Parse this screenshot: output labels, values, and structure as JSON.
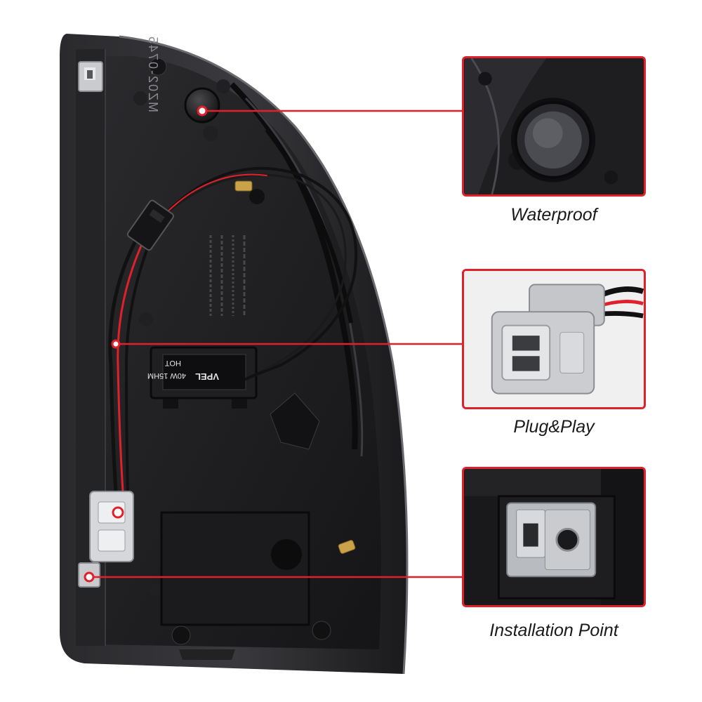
{
  "callouts": [
    {
      "id": "waterproof",
      "label": "Waterproof",
      "icon": "rubber-grommet"
    },
    {
      "id": "plug-play",
      "label": "Plug&Play",
      "icon": "wire-connector"
    },
    {
      "id": "installation",
      "label": "Installation Point",
      "icon": "mounting-clip"
    }
  ],
  "housing_text": {
    "part_number": "MZ02-0745",
    "module_label": "40W 15HM",
    "module_warning": "HOT",
    "module_brand": "VPEL"
  },
  "colors": {
    "accent": "#e0202a",
    "housing": "#1c1c1e",
    "background": "#ffffff"
  }
}
